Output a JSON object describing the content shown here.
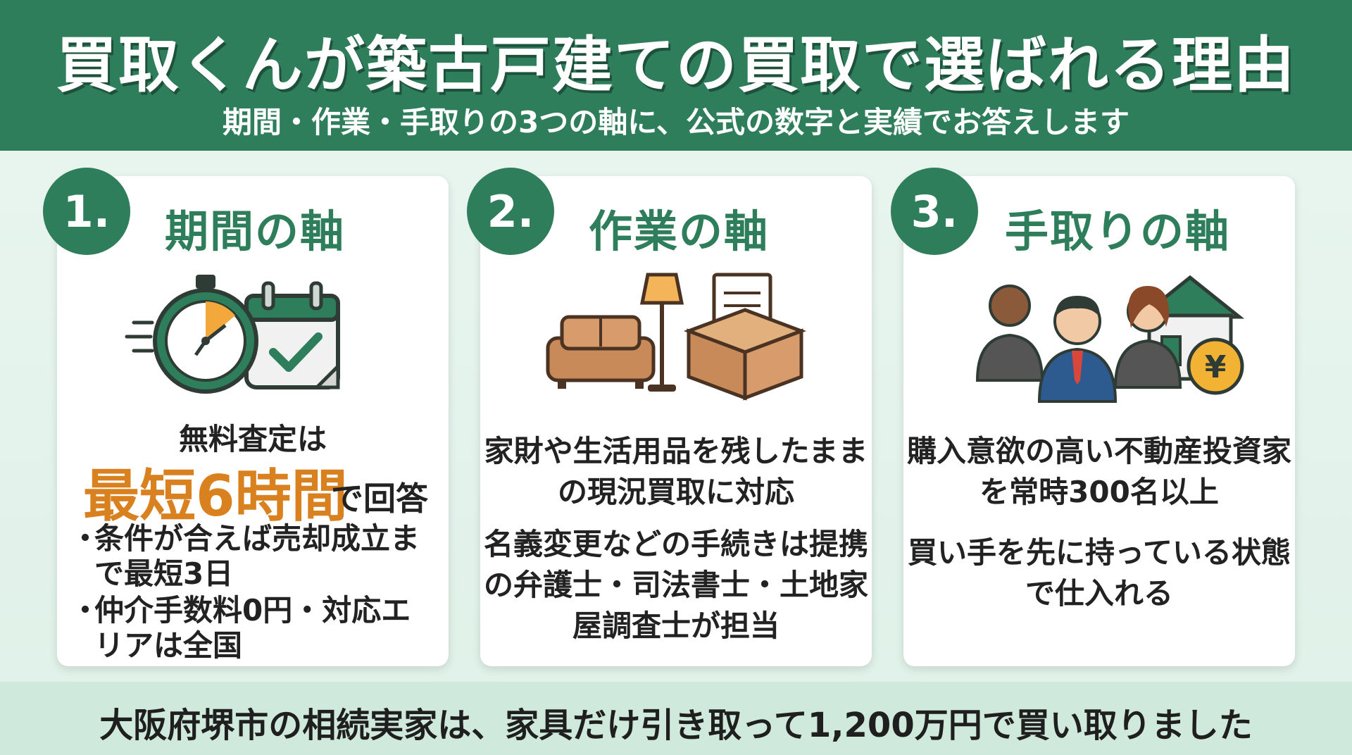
{
  "header": {
    "title": "買取くんが築古戸建ての買取で選ばれる理由",
    "subtitle": "期間・作業・手取りの3つの軸に、公式の数字と実績でお答えします"
  },
  "cards": [
    {
      "number": "1.",
      "heading": "期間の軸",
      "icon": "stopwatch-calendar-icon",
      "lead": "無料査定は",
      "highlight": "最短6時間",
      "highlight_tail": "で回答",
      "bullets": [
        "条件が合えば売却成立まで最短3日",
        "仲介手数料0円・対応エリアは全国"
      ]
    },
    {
      "number": "2.",
      "heading": "作業の軸",
      "icon": "furniture-box-icon",
      "paragraph1": "家財や生活用品を残したままの現況買取に対応",
      "paragraph2": "名義変更などの手続きは提携の弁護士・司法書士・土地家屋調査士が担当"
    },
    {
      "number": "3.",
      "heading": "手取りの軸",
      "icon": "investors-house-yen-icon",
      "paragraph1": "購入意欲の高い不動産投資家を常時300名以上",
      "paragraph2": "買い手を先に持っている状態で仕入れる"
    }
  ],
  "footer": {
    "text": "大阪府堺市の相続実家は、家具だけ引き取って1,200万円で買い取りました"
  },
  "colors": {
    "brand_green": "#2e7d5b",
    "highlight_orange": "#d9811f",
    "background": "#eaf6f0",
    "footer_band": "#cfe9dc"
  }
}
